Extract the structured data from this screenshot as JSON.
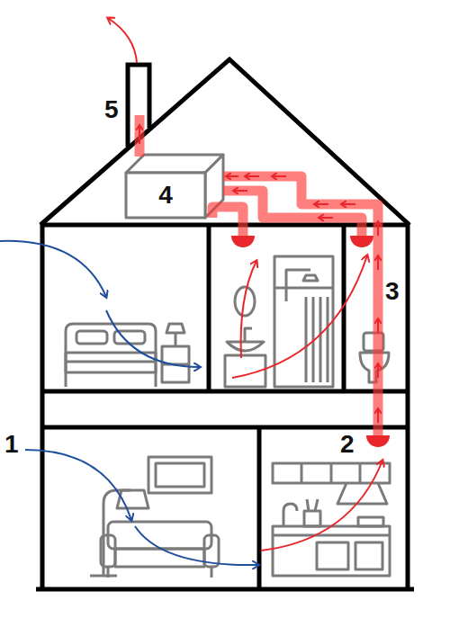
{
  "diagram": {
    "nodes": [
      {
        "text": [
          "4"
        ]
      }
    ],
    "labels": [
      "5",
      "3",
      "2",
      "1"
    ]
  }
}
